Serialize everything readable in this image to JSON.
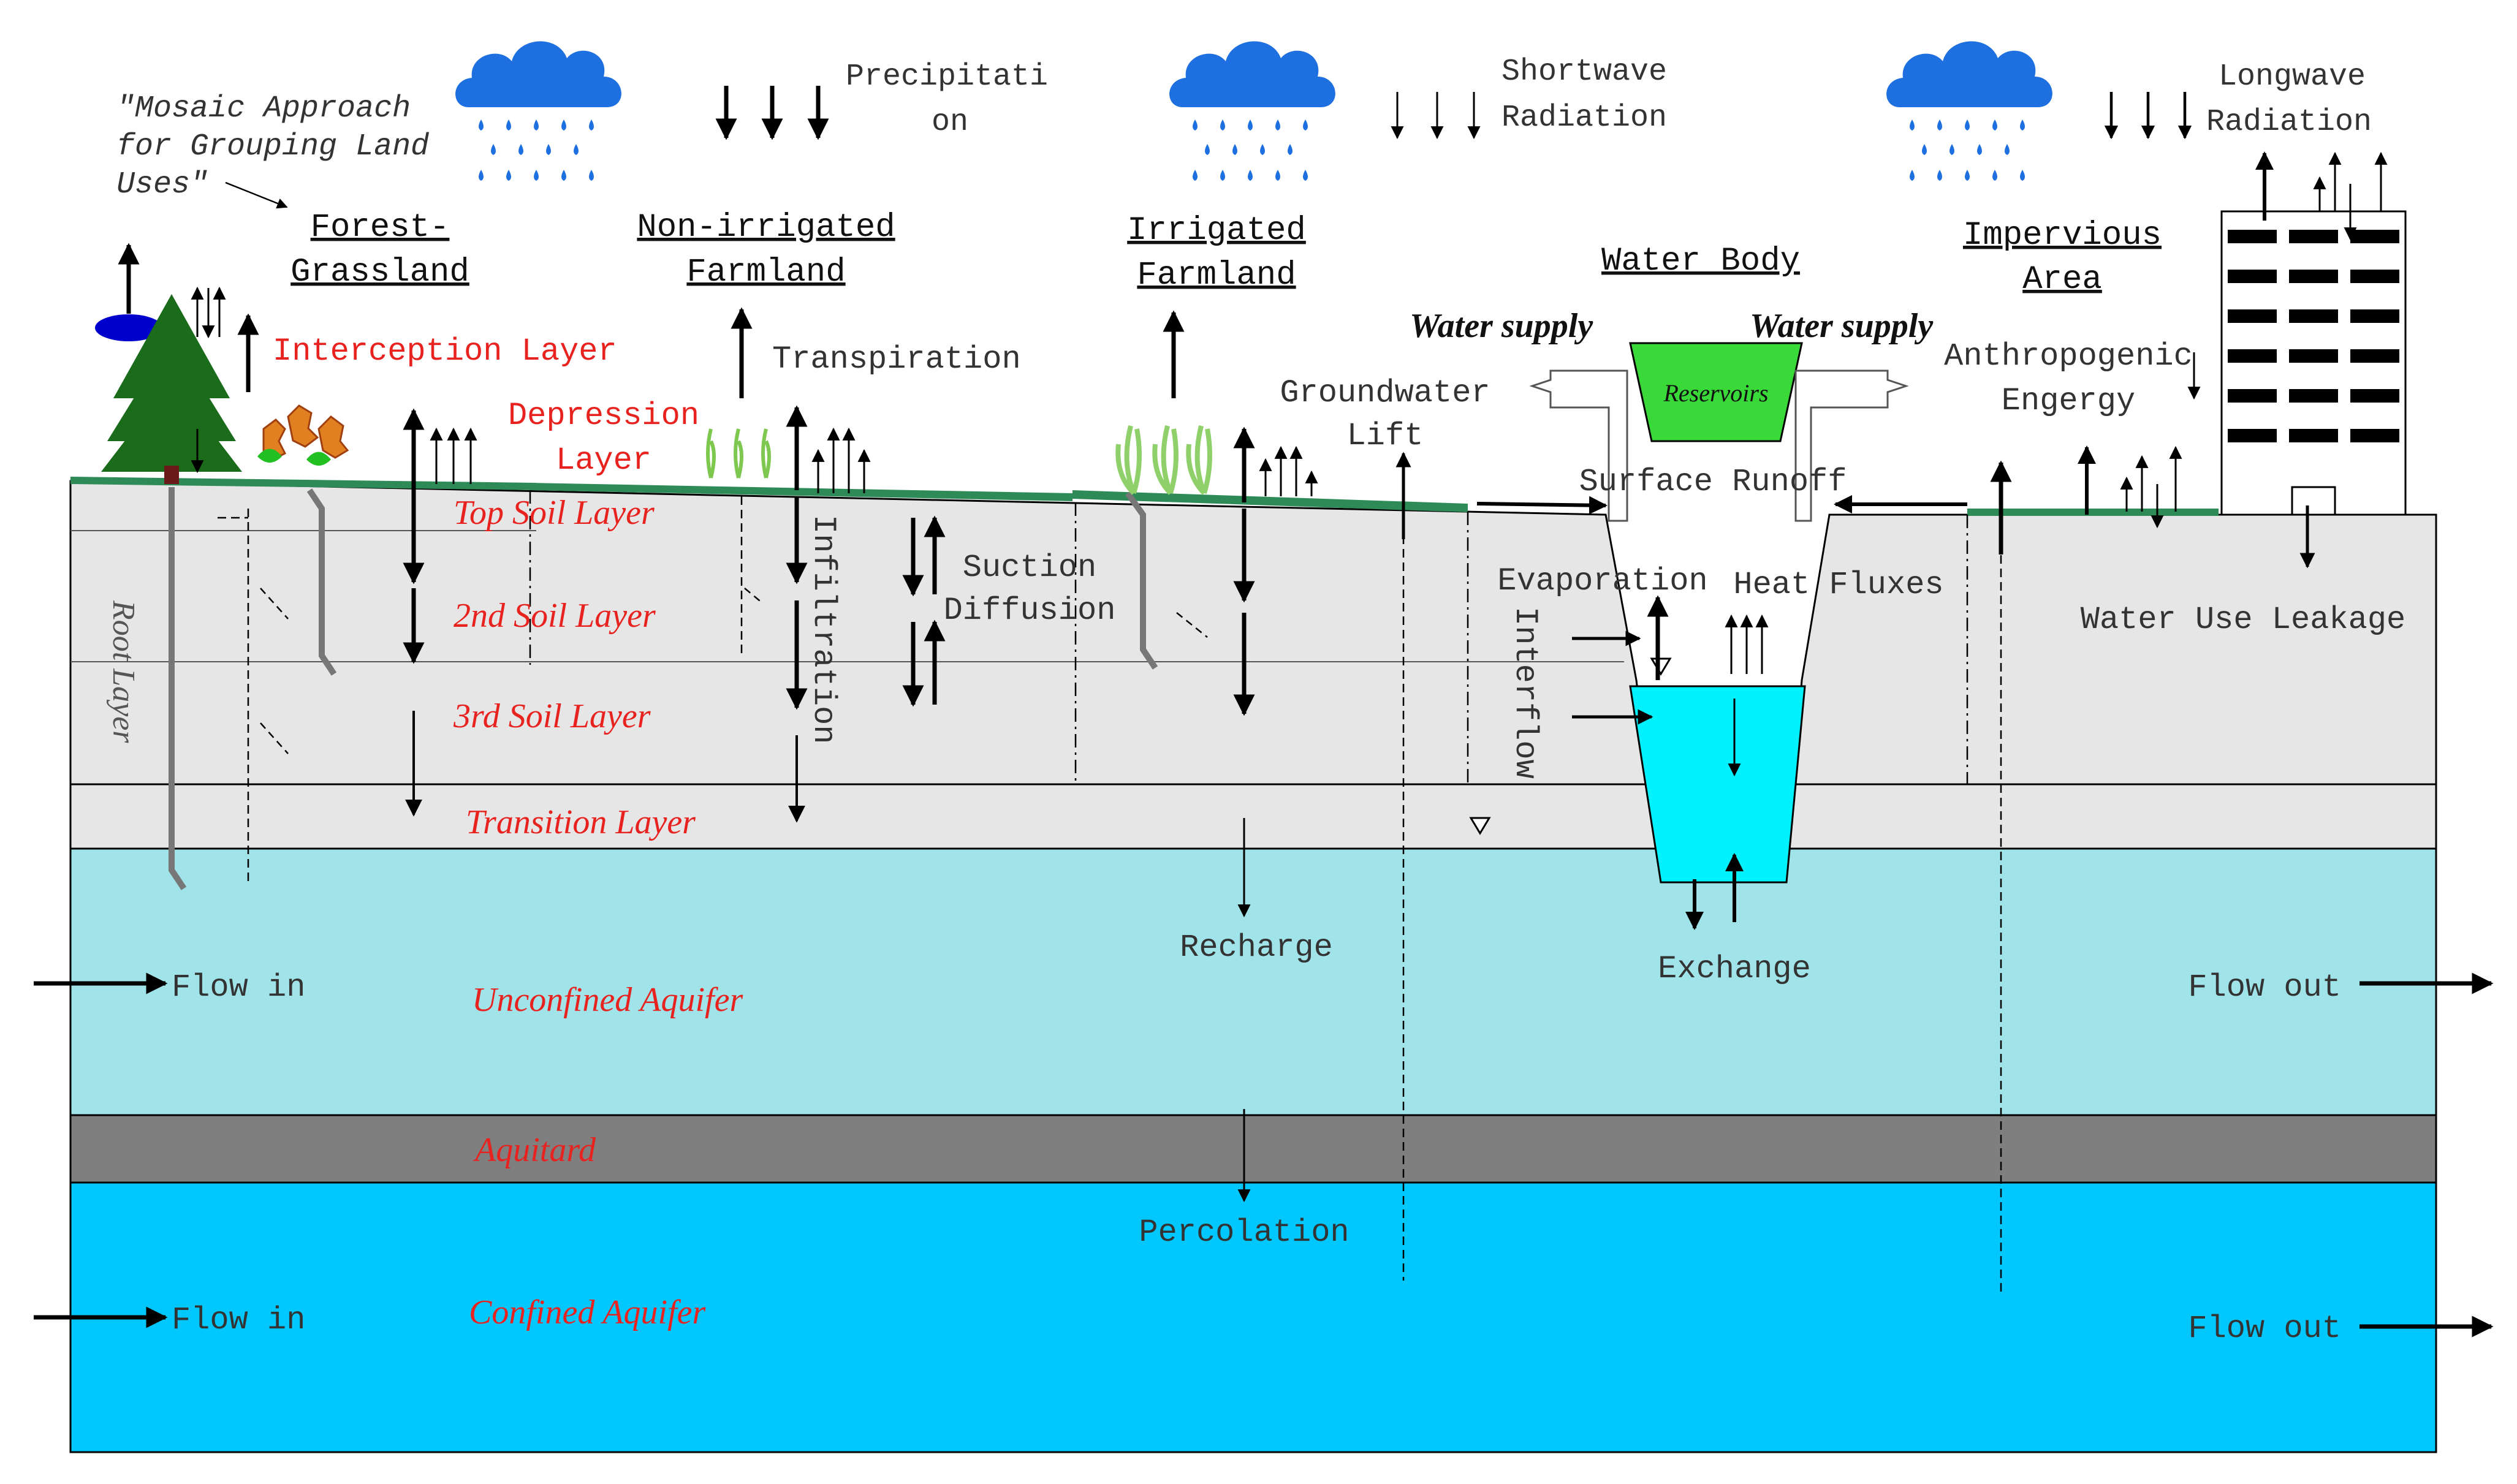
{
  "colors": {
    "sky": "#ffffff",
    "soil": "#e6e6e6",
    "unconfined": "#a0e4ea",
    "aquitard": "#7f7f7f",
    "confined": "#00c8ff",
    "water": "#00f2ff",
    "reservoir": "#3ad93a",
    "grass_strip": "#2e8b57",
    "cloud": "#1e6fe0",
    "red_label": "#e8231f",
    "text": "#333333"
  },
  "header": {
    "mosaic_note": [
      "″Mosaic Approach",
      "for Grouping Land",
      "Uses″"
    ],
    "precipitation": [
      "Precipitati",
      "on"
    ],
    "shortwave": [
      "Shortwave",
      "Radiation"
    ],
    "longwave": [
      "Longwave",
      "Radiation"
    ]
  },
  "land_uses": {
    "forest": [
      "Forest-",
      "Grassland"
    ],
    "non_irrigated": [
      "Non-irrigated",
      "Farmland"
    ],
    "irrigated": [
      "Irrigated",
      "Farmland"
    ],
    "water_body": "Water Body",
    "impervious": [
      "Impervious",
      "Area"
    ]
  },
  "layers": {
    "interception": "Interception Layer",
    "depression": [
      "Depression",
      "Layer"
    ],
    "top_soil": "Top Soil Layer",
    "second_soil": "2nd Soil Layer",
    "third_soil": "3rd Soil Layer",
    "transition": "Transition Layer",
    "unconfined": "Unconfined Aquifer",
    "aquitard": "Aquitard",
    "confined": "Confined Aquifer",
    "root": "Root Layer"
  },
  "processes": {
    "transpiration": "Transpiration",
    "infiltration": "Infiltration",
    "suction": [
      "Suction",
      "Diffusion"
    ],
    "groundwater_lift": [
      "Groundwater",
      "Lift"
    ],
    "water_supply_left": "Water supply",
    "water_supply_right": "Water supply",
    "reservoirs": "Reservoirs",
    "surface_runoff": "Surface Runoff",
    "anthropogenic": [
      "Anthropogenic",
      "Engergy"
    ],
    "evaporation": "Evaporation",
    "heat_fluxes": "Heat Fluxes",
    "interflow": "Interflow",
    "water_use_leakage": "Water Use Leakage",
    "recharge": "Recharge",
    "exchange": "Exchange",
    "percolation": "Percolation",
    "flow_in_1": "Flow in",
    "flow_in_2": "Flow in",
    "flow_out_1": "Flow out",
    "flow_out_2": "Flow out"
  }
}
